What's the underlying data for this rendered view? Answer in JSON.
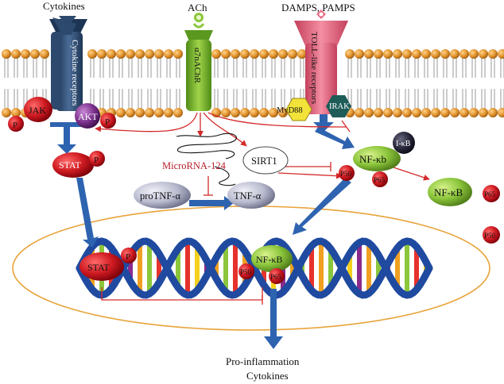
{
  "labels": {
    "cytokines": "Cytokines",
    "ach": "ACh",
    "damps": "DAMPS, PAMPS",
    "cytokine_receptors": "Cytokine receptors",
    "a7nachr": "α7nAChR",
    "toll_receptors": "TOLL-like receptors",
    "jak": "JAK",
    "akt": "AKT",
    "p": "P",
    "stat": "STAT",
    "myd88": "MyD88",
    "irak": "IRAK",
    "ikb": "I-κB",
    "nfkb": "NF-κb",
    "nfkb2": "NF-κB",
    "p50": "P50",
    "p65": "P65",
    "sirt1": "SIRT1",
    "microrna": "MicroRNA-124",
    "protnf": "proTNF-α",
    "tnf": "TNF-α",
    "output_line1": "Pro-inflammation",
    "output_line2": "Cytokines"
  },
  "colors": {
    "membrane_head": "#e7a23a",
    "blue_arrow": "#2e63b0",
    "red_line": "#d42a2a",
    "receptor_blue": "#2d4a6e",
    "receptor_green": "#7fb832",
    "receptor_pink": "#e86f87",
    "p_red": "#c8141e",
    "nf_green": "#8cc63c",
    "nucleus_border": "#e8a33a"
  }
}
